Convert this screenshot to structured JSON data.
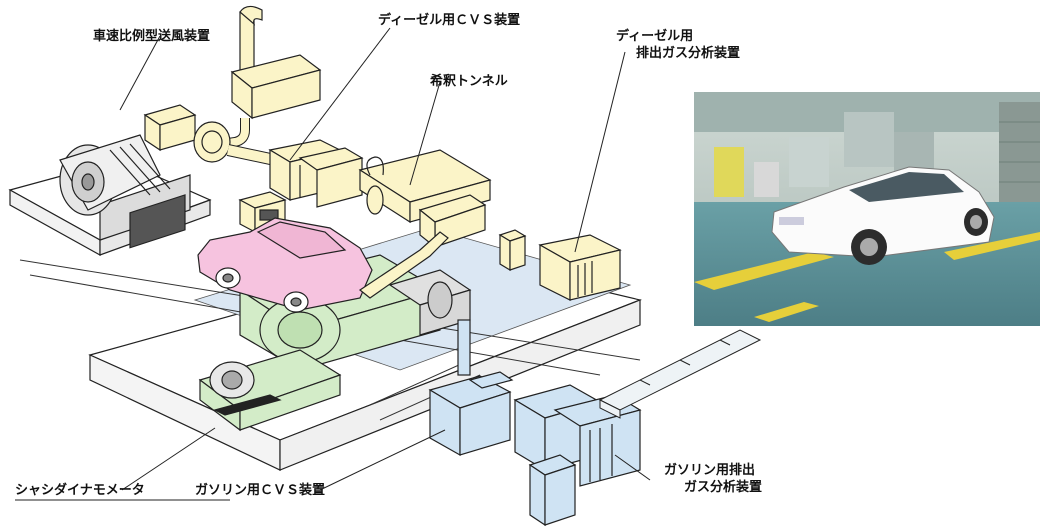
{
  "labels": {
    "blower": "車速比例型送風装置",
    "diesel_cvs": "ディーゼル用ＣＶＳ装置",
    "diesel_analyzer_line1": "ディーゼル用",
    "diesel_analyzer_line2": "排出ガス分析装置",
    "dilution_tunnel": "希釈トンネル",
    "chassis_dyno": "シャシダイナモメータ",
    "gasoline_cvs": "ガソリン用ＣＶＳ装置",
    "gasoline_analyzer_line1": "ガソリン用排出",
    "gasoline_analyzer_line2": "ガス分析装置"
  },
  "colors": {
    "yellow_equipment": "#fbf4c8",
    "pink_car": "#f6c3df",
    "green_dyno": "#d3ecc8",
    "blue_floor": "#dbe7f3",
    "blue_equipment": "#cfe3f3",
    "line": "#222222"
  }
}
